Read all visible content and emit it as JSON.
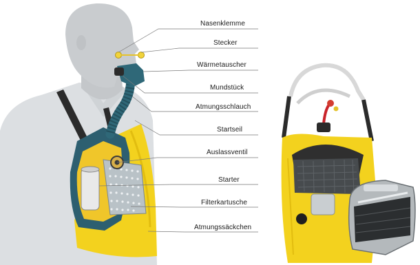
{
  "labels": {
    "nasenklemme": "Nasenklemme",
    "stecker": "Stecker",
    "waermetauscher": "Wärmetauscher",
    "mundstueck": "Mundstück",
    "atmungsschlauch": "Atmungsschlauch",
    "startseil": "Startseil",
    "auslassventil": "Auslassventil",
    "starter": "Starter",
    "filterkartusche": "Filterkartusche",
    "atmungssaeckchen": "Atmungssäckchen"
  },
  "colors": {
    "background": "#ffffff",
    "body": "#c9cccf",
    "shirt": "#dcdfe2",
    "bag_yellow": "#f3d21e",
    "housing_teal": "#2d5f70",
    "strap_dark": "#2b2b2b",
    "filter_grey": "#9aa3a8",
    "leader_line": "#7a7a7a"
  }
}
